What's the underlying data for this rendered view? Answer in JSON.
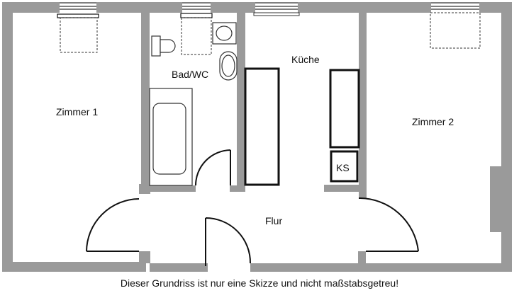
{
  "rooms": {
    "zimmer1": "Zimmer 1",
    "bad": "Bad/WC",
    "kueche": "Küche",
    "zimmer2": "Zimmer 2",
    "flur": "Flur",
    "ks": "KS"
  },
  "caption": "Dieser Grundriss ist nur eine Skizze und nicht maßstabsgetreu!",
  "colors": {
    "wall": "#9a9a9a",
    "line": "#111111",
    "background": "#ffffff"
  }
}
